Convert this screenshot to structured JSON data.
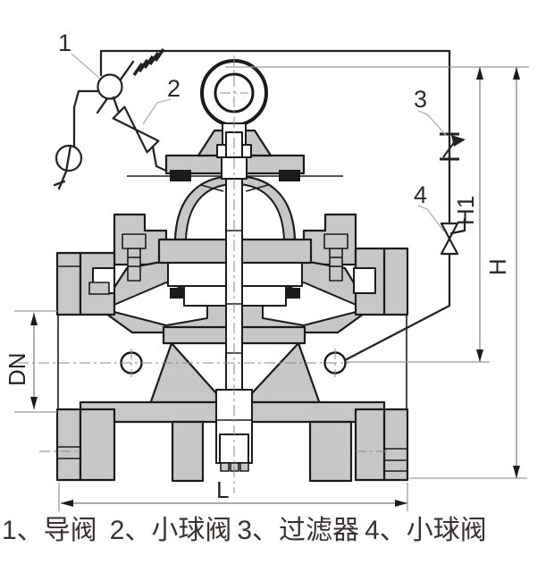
{
  "drawing": {
    "title": "pilot-operated control valve cross-section drawing",
    "callouts": {
      "c1": "1",
      "c2": "2",
      "c3": "3",
      "c4": "4"
    },
    "dimensions": {
      "dn": "DN",
      "h1": "H1",
      "h": "H",
      "l": "L"
    },
    "legend": [
      "1、导阀",
      "2、小球阀",
      "3、过滤器",
      "4、小球阀"
    ],
    "colors": {
      "body_fill": "#c7c7c7",
      "outline": "#1b1b1b",
      "dimension_line": "#8f8f8f",
      "leader_line": "#b3b3b3",
      "label_text": "#252525",
      "caption_text": "#3a3230",
      "background": "#ffffff"
    }
  }
}
